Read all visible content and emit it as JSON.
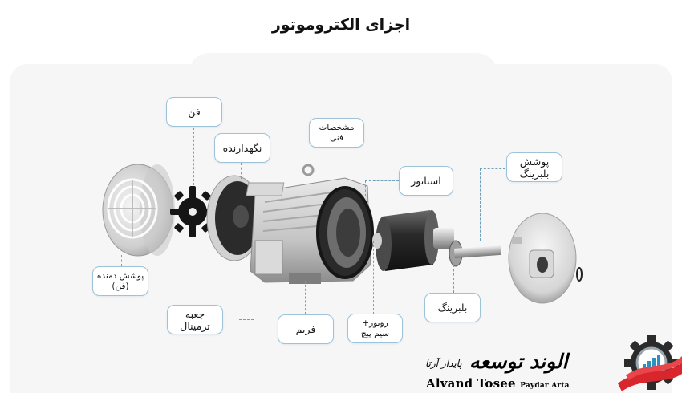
{
  "title": "اجزای الکتروموتور",
  "labels": {
    "fan": [
      "فن"
    ],
    "retainer": [
      "نگهدارنده"
    ],
    "specs": [
      "مشخصات",
      "فنی"
    ],
    "stator": [
      "استاتور"
    ],
    "bearing_cover": [
      "پوشش",
      "بلبرینگ"
    ],
    "fan_cover": [
      "پوشش دمنده",
      "(فن)"
    ],
    "terminal_box": [
      "جعبه",
      "ترمینال"
    ],
    "frame": [
      "فریم"
    ],
    "rotor_winding": [
      "روتور+",
      "سیم پیچ"
    ],
    "bearing": [
      "بلبرینگ"
    ]
  },
  "logo": {
    "name_fa": "الوند توسعه",
    "sub_fa": "پایدار آرتا",
    "name_en": "Alvand Tosee",
    "sub_en": "Paydar Arta",
    "icon": "gear-chart-icon"
  },
  "colors": {
    "panel_bg": "#f6f6f7",
    "label_border": "#9cc3d8",
    "leader_line": "#6f9fbb",
    "logo_red": "#d8262c"
  }
}
